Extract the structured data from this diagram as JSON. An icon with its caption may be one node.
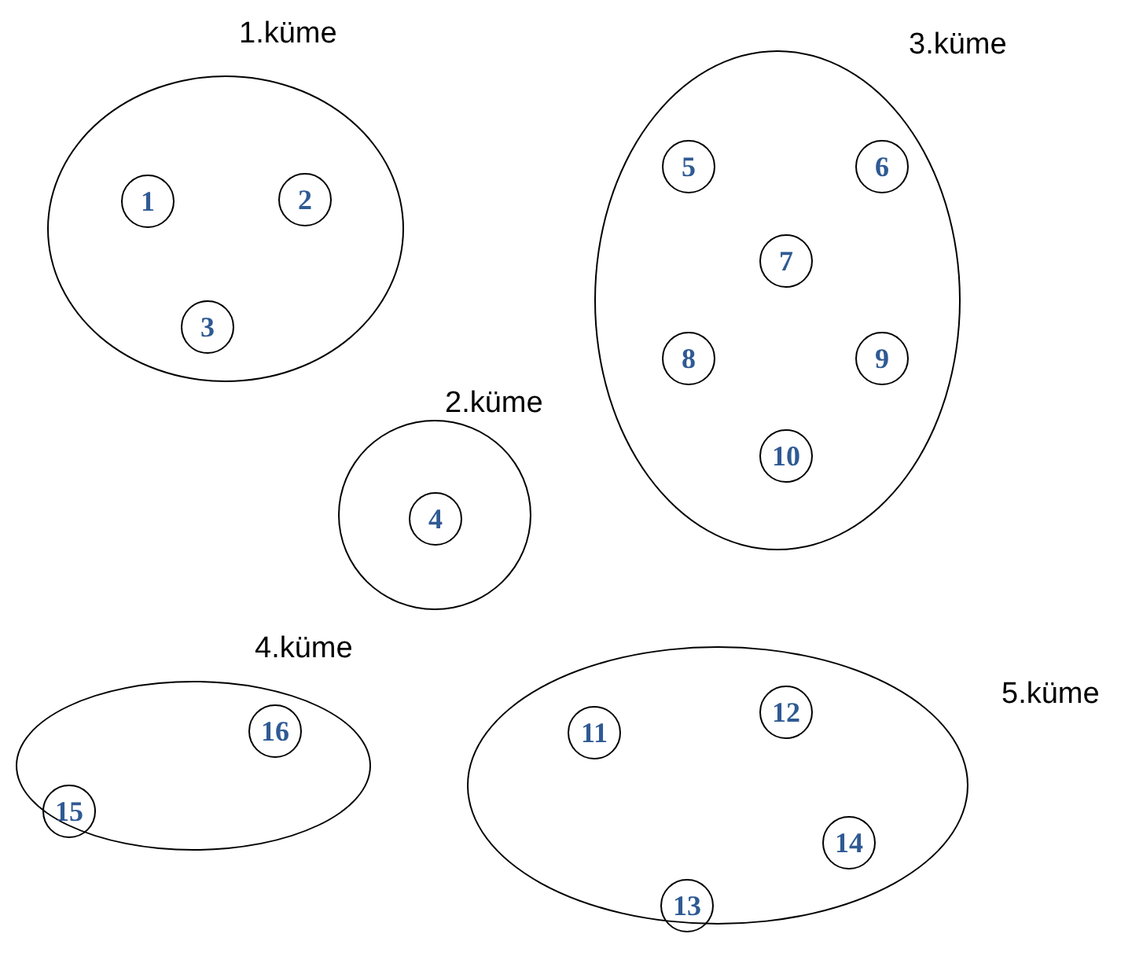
{
  "diagram": {
    "nodes": [
      {
        "text": [
          "1.küme"
        ]
      },
      {
        "text": [
          "1"
        ],
        "in": 0
      },
      {
        "text": [
          "2"
        ],
        "in": 0
      },
      {
        "text": [
          "3"
        ],
        "in": 0
      },
      {
        "text": [
          "2.küme"
        ]
      },
      {
        "text": [
          "4"
        ],
        "in": 4
      },
      {
        "text": [
          "3.küme"
        ]
      },
      {
        "text": [
          "5"
        ],
        "in": 6
      },
      {
        "text": [
          "6"
        ],
        "in": 6
      },
      {
        "text": [
          "7"
        ],
        "in": 6
      },
      {
        "text": [
          "8"
        ],
        "in": 6
      },
      {
        "text": [
          "9"
        ],
        "in": 6
      },
      {
        "text": [
          "10"
        ],
        "in": 6
      },
      {
        "text": [
          "4.küme"
        ]
      },
      {
        "text": [
          "15"
        ],
        "in": 13
      },
      {
        "text": [
          "16"
        ],
        "in": 13
      },
      {
        "text": [
          "5.küme"
        ]
      },
      {
        "text": [
          "11"
        ],
        "in": 16
      },
      {
        "text": [
          "12"
        ],
        "in": 16
      },
      {
        "text": [
          "13"
        ],
        "in": 16
      },
      {
        "text": [
          "14"
        ],
        "in": 16
      }
    ],
    "edges": []
  }
}
